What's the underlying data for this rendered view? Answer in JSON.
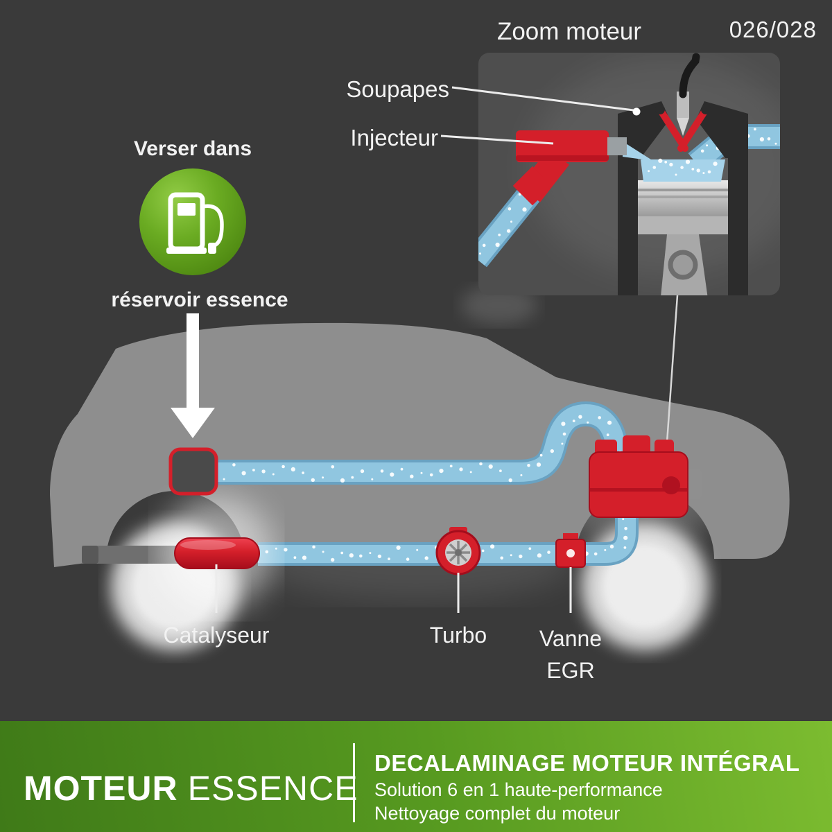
{
  "page": {
    "counter": "026/028"
  },
  "zoom": {
    "title": "Zoom moteur",
    "soupapes": "Soupapes",
    "injecteur": "Injecteur"
  },
  "pour": {
    "line1": "Verser dans",
    "line2": "réservoir essence"
  },
  "parts": {
    "catalyseur": "Catalyseur",
    "turbo": "Turbo",
    "vanne1": "Vanne",
    "vanne2": "EGR"
  },
  "footer": {
    "brand_bold": "MOTEUR",
    "brand_light": "ESSENCE",
    "title": "DECALAMINAGE MOTEUR INTÉGRAL",
    "sub1": "Solution 6 en 1 haute-performance",
    "sub2": "Nettoyage complet du moteur"
  },
  "colors": {
    "background": "#3a3a3a",
    "accent_red": "#d41f2a",
    "pipe_blue": "#8cc3de",
    "green_badge": "#6aab22",
    "banner_green_dark": "#3f7a18",
    "banner_green_light": "#7cbc30"
  }
}
